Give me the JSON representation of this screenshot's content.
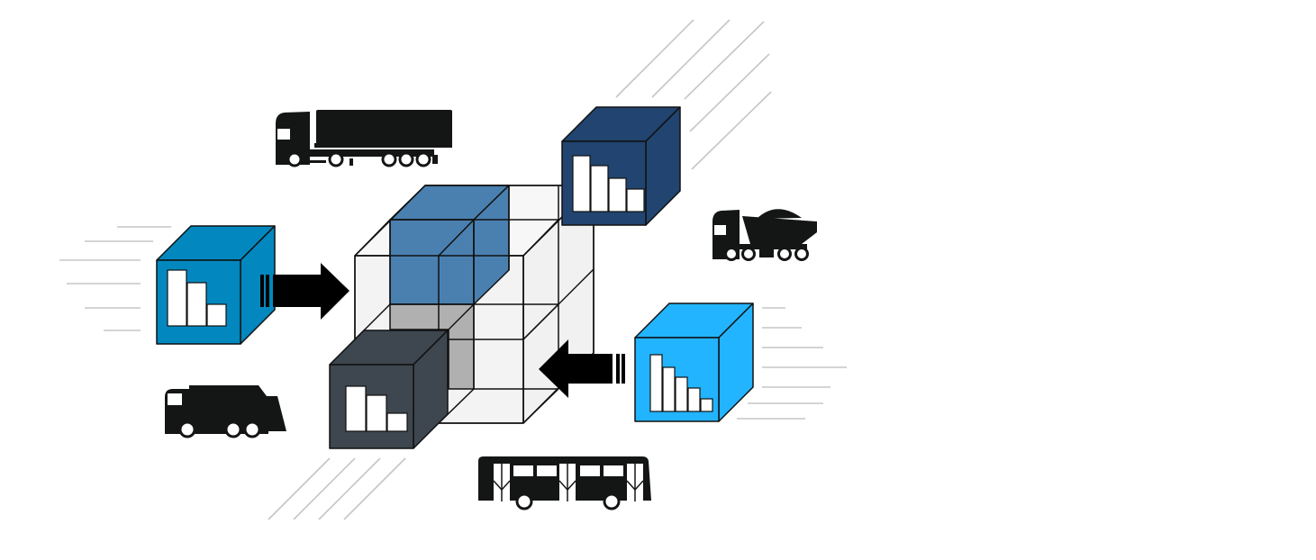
{
  "colors": {
    "background": "#ffffff",
    "vehicle": "#141615",
    "arrow": "#000000",
    "speed_lines": "#c6c6c6",
    "cube_lightblue": "#0288bf",
    "cube_navy": "#214470",
    "cube_skyblue": "#22b4fe",
    "cube_darkgray": "#3e464f",
    "grid_steelblue": "#4a80b0",
    "grid_gray": "#b0b0b0",
    "grid_light": "#f1f1f1"
  },
  "icons": {
    "top_truck": "semi-truck-icon",
    "left_truck": "garbage-truck-icon",
    "right_truck": "dump-truck-icon",
    "bottom_vehicle": "bus-icon",
    "left_arrow": "arrow-right-icon",
    "right_arrow": "arrow-left-icon"
  },
  "data_cubes": [
    {
      "id": "left",
      "color": "#0288bf",
      "bar_levels": [
        1.0,
        0.77,
        0.38
      ]
    },
    {
      "id": "top-right",
      "color": "#214470",
      "bar_levels": [
        1.0,
        0.82,
        0.6,
        0.4
      ]
    },
    {
      "id": "right",
      "color": "#22b4fe",
      "bar_levels": [
        1.0,
        0.78,
        0.6,
        0.41,
        0.22
      ]
    },
    {
      "id": "bottom-left",
      "color": "#3e464f",
      "bar_levels": [
        1.0,
        0.8,
        0.4
      ]
    }
  ]
}
